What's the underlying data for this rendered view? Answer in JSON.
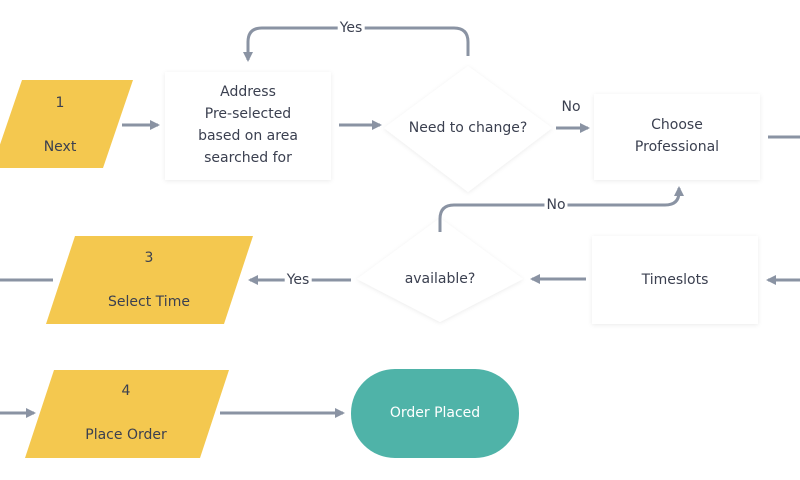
{
  "nodes": {
    "step1": {
      "number": "1",
      "label": "Next"
    },
    "address": {
      "label": "Address\nPre-selected\nbased on area\nsearched for"
    },
    "need_change": {
      "label": "Need to change?"
    },
    "choose_pro": {
      "label": "Choose\nProfessional"
    },
    "available": {
      "label": "available?"
    },
    "timeslots": {
      "label": "Timeslots"
    },
    "step3": {
      "number": "3",
      "label": "Select Time"
    },
    "step4": {
      "number": "4",
      "label": "Place Order"
    },
    "order_placed": {
      "label": "Order Placed"
    }
  },
  "edges": {
    "yes_top": "Yes",
    "no_right": "No",
    "no_loop": "No",
    "yes_left": "Yes"
  },
  "colors": {
    "io_fill": "#f4c84f",
    "terminal_fill": "#4fb3a8",
    "box_fill": "#ffffff",
    "connector": "#8a93a3",
    "text": "#3b4050"
  }
}
